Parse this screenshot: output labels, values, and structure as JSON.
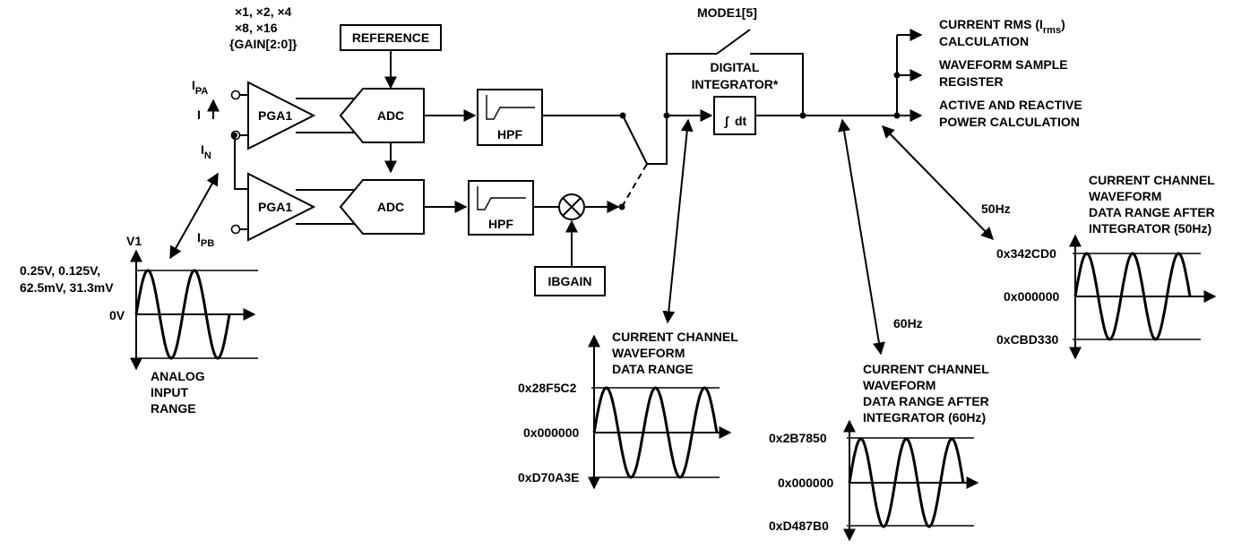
{
  "blocks": {
    "reference": "REFERENCE",
    "pga_top": "PGA1",
    "pga_bottom": "PGA1",
    "adc_top": "ADC",
    "adc_bottom": "ADC",
    "hpf_top": "HPF",
    "hpf_bottom": "HPF",
    "ibgain": "IBGAIN",
    "integrator_symbol": "∫",
    "integrator_sub": "dt"
  },
  "labels": {
    "gain_line1": "×1, ×2, ×4",
    "gain_line2": "×8, ×16",
    "gain_line3": "{GAIN[2:0]}",
    "ipa_main": "I",
    "ipa_sub": "PA",
    "i_current": "I",
    "in_main": "I",
    "in_sub": "N",
    "ipb_main": "I",
    "ipb_sub": "PB",
    "mode_switch": "MODE1[5]",
    "digital_line1": "DIGITAL",
    "digital_line2": "INTEGRATOR*",
    "out_rms_line1_pre": "CURRENT RMS (I",
    "out_rms_line1_sub": "rms",
    "out_rms_line1_post": ")",
    "out_rms_line2": "CALCULATION",
    "out_wave_line1": "WAVEFORM SAMPLE",
    "out_wave_line2": "REGISTER",
    "out_power_line1": "ACTIVE AND REACTIVE",
    "out_power_line2": "POWER CALCULATION",
    "freq_50": "50Hz",
    "freq_60": "60Hz"
  },
  "analog_plot": {
    "axis_label": "V1",
    "level_label_line1": "0.25V, 0.125V,",
    "level_label_line2": "62.5mV, 31.3mV",
    "zero_label": "0V",
    "caption_line1": "ANALOG",
    "caption_line2": "INPUT",
    "caption_line3": "RANGE"
  },
  "current_plot": {
    "title_line1": "CURRENT CHANNEL",
    "title_line2": "WAVEFORM",
    "title_line3": "DATA RANGE",
    "max_label": "0x28F5C2",
    "zero_label": "0x000000",
    "min_label": "0xD70A3E"
  },
  "plot_60": {
    "title_line1": "CURRENT CHANNEL",
    "title_line2": "WAVEFORM",
    "title_line3": "DATA RANGE AFTER",
    "title_line4": "INTEGRATOR (60Hz)",
    "max_label": "0x2B7850",
    "zero_label": "0x000000",
    "min_label": "0xD487B0"
  },
  "plot_50": {
    "title_line1": "CURRENT CHANNEL",
    "title_line2": "WAVEFORM",
    "title_line3": "DATA RANGE AFTER",
    "title_line4": "INTEGRATOR (50Hz)",
    "max_label": "0x342CD0",
    "zero_label": "0x000000",
    "min_label": "0xCBD330"
  }
}
